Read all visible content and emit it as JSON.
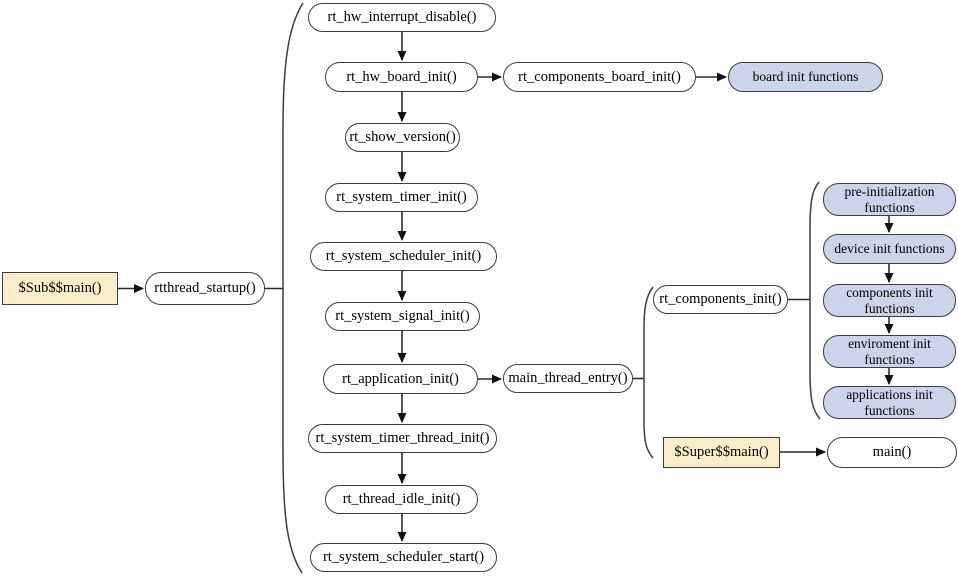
{
  "colors": {
    "white_fill": "#ffffff",
    "tan_fill": "#fbedc9",
    "blue_fill": "#ccd4ec",
    "border": "#3d3d3d",
    "arrow": "#111111"
  },
  "nodes": {
    "sub_main": "$Sub$$main()",
    "rtthread_startup": "rtthread_startup()",
    "rt_hw_interrupt_disable": "rt_hw_interrupt_disable()",
    "rt_hw_board_init": "rt_hw_board_init()",
    "rt_components_board_init": "rt_components_board_init()",
    "board_init_functions": "board init functions",
    "rt_show_version": "rt_show_version()",
    "rt_system_timer_init": "rt_system_timer_init()",
    "rt_system_scheduler_init": "rt_system_scheduler_init()",
    "rt_system_signal_init": "rt_system_signal_init()",
    "rt_application_init": "rt_application_init()",
    "main_thread_entry": "main_thread_entry()",
    "rt_system_timer_thread_init": "rt_system_timer_thread_init()",
    "rt_thread_idle_init": "rt_thread_idle_init()",
    "rt_system_scheduler_start": "rt_system_scheduler_start()",
    "rt_components_init": "rt_components_init()",
    "pre_initialization_functions": "pre-initialization functions",
    "device_init_functions": "device init functions",
    "components_init_functions": "components init functions",
    "enviroment_init_functions": "enviroment init functions",
    "applications_init_functions": "applications init functions",
    "super_main": "$Super$$main()",
    "main": "main()"
  },
  "edges": [
    {
      "from": "sub_main",
      "to": "rtthread_startup"
    },
    {
      "from": "rt_hw_interrupt_disable",
      "to": "rt_hw_board_init"
    },
    {
      "from": "rt_hw_board_init",
      "to": "rt_components_board_init"
    },
    {
      "from": "rt_components_board_init",
      "to": "board_init_functions"
    },
    {
      "from": "rt_hw_board_init",
      "to": "rt_show_version"
    },
    {
      "from": "rt_show_version",
      "to": "rt_system_timer_init"
    },
    {
      "from": "rt_system_timer_init",
      "to": "rt_system_scheduler_init"
    },
    {
      "from": "rt_system_scheduler_init",
      "to": "rt_system_signal_init"
    },
    {
      "from": "rt_system_signal_init",
      "to": "rt_application_init"
    },
    {
      "from": "rt_application_init",
      "to": "main_thread_entry"
    },
    {
      "from": "rt_application_init",
      "to": "rt_system_timer_thread_init"
    },
    {
      "from": "rt_system_timer_thread_init",
      "to": "rt_thread_idle_init"
    },
    {
      "from": "rt_thread_idle_init",
      "to": "rt_system_scheduler_start"
    },
    {
      "from": "pre_initialization_functions",
      "to": "device_init_functions"
    },
    {
      "from": "device_init_functions",
      "to": "components_init_functions"
    },
    {
      "from": "components_init_functions",
      "to": "enviroment_init_functions"
    },
    {
      "from": "enviroment_init_functions",
      "to": "applications_init_functions"
    },
    {
      "from": "super_main",
      "to": "main"
    }
  ],
  "groups": [
    {
      "brace": "startup-sequence-brace",
      "parent": "rtthread_startup",
      "children": [
        "rt_hw_interrupt_disable",
        "rt_hw_board_init",
        "rt_show_version",
        "rt_system_timer_init",
        "rt_system_scheduler_init",
        "rt_system_signal_init",
        "rt_application_init",
        "rt_system_timer_thread_init",
        "rt_thread_idle_init",
        "rt_system_scheduler_start"
      ]
    },
    {
      "brace": "main-thread-brace",
      "parent": "main_thread_entry",
      "children": [
        "rt_components_init",
        "super_main"
      ]
    },
    {
      "brace": "components-init-brace",
      "parent": "rt_components_init",
      "children": [
        "pre_initialization_functions",
        "device_init_functions",
        "components_init_functions",
        "enviroment_init_functions",
        "applications_init_functions"
      ]
    }
  ]
}
